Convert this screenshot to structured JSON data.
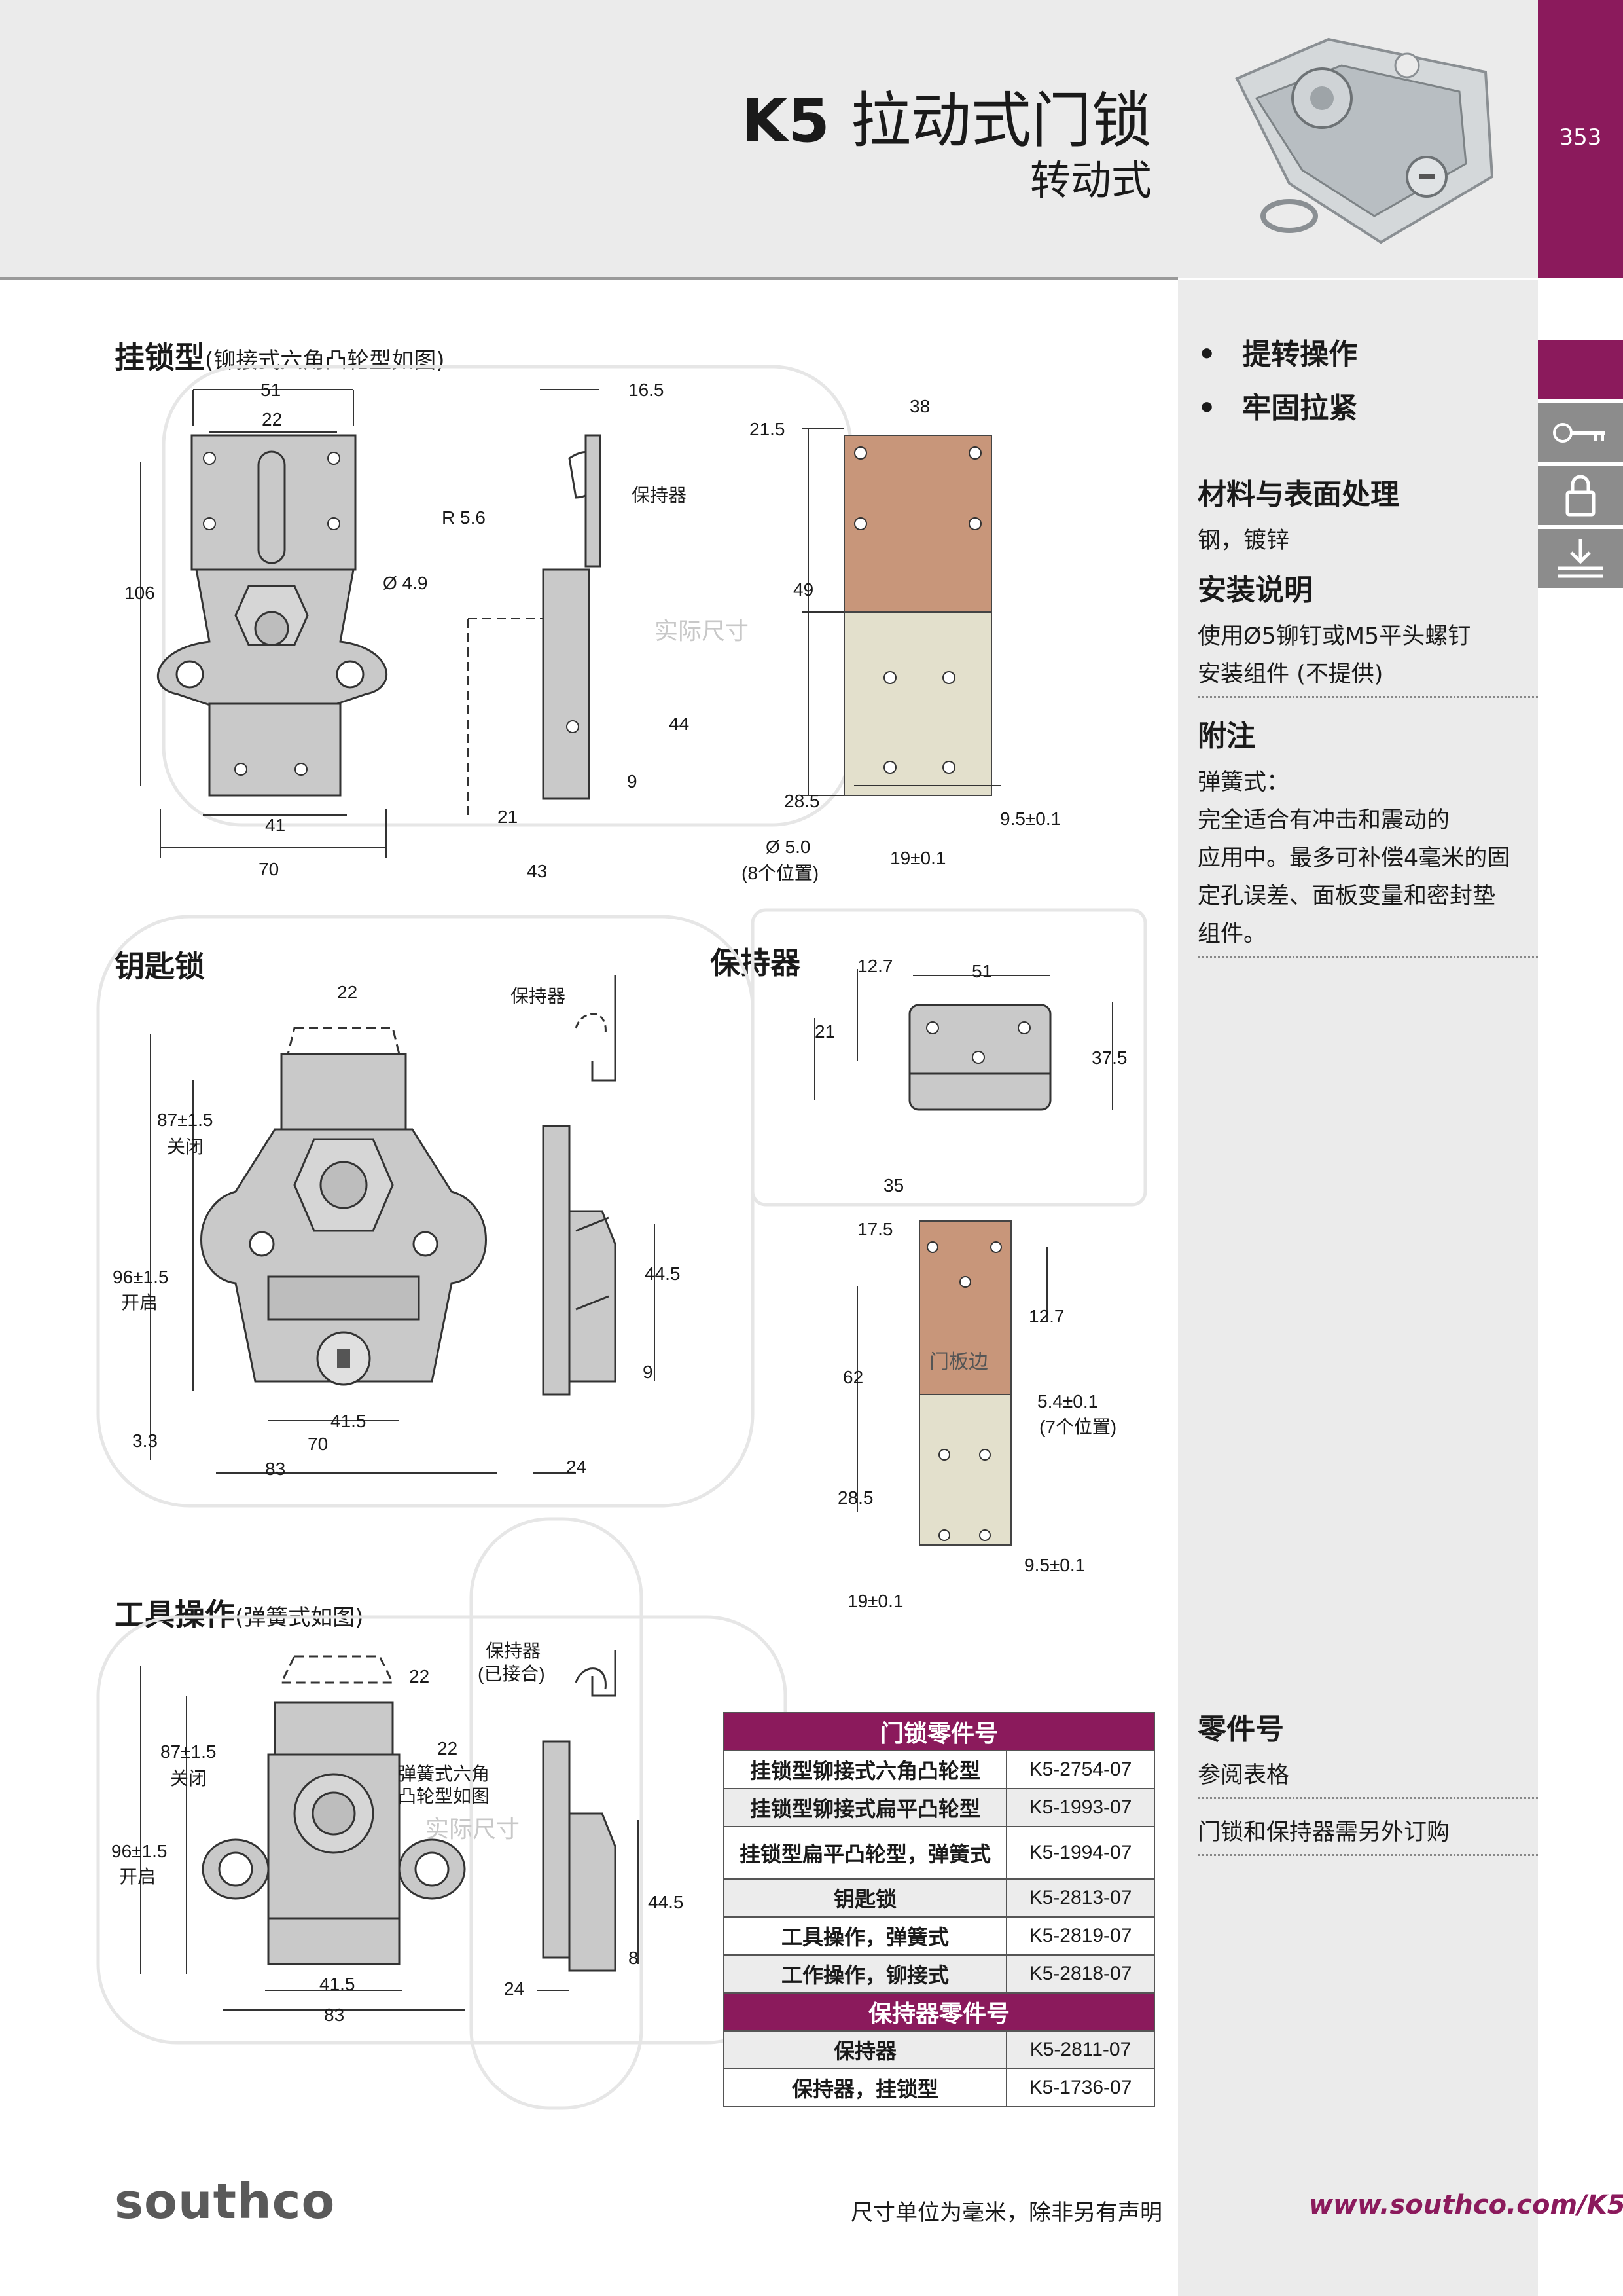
{
  "header": {
    "title_model": "K5",
    "title_rest": "拉动式门锁",
    "subtitle": "转动式",
    "page_number": "353"
  },
  "sections": {
    "padlock": {
      "label": "挂锁型",
      "note": "(铆接式六角凸轮型如图)"
    },
    "key_lock": {
      "label": "钥匙锁"
    },
    "keeper": {
      "label": "保持器"
    },
    "tool_op": {
      "label": "工具操作",
      "note": "(弹簧式如图)"
    }
  },
  "drawing_labels": {
    "keeper": "保持器",
    "actual_size": "实际尺寸",
    "closed": "关闭",
    "open": "开启",
    "door_edge": "门板边",
    "eight_positions": "(8个位置)",
    "seven_positions": "(7个位置)",
    "keeper_engaged_1": "保持器",
    "keeper_engaged_2": "(已接合)",
    "spring_cam_1": "弹簧式六角",
    "spring_cam_2": "凸轮型如图"
  },
  "dimensions": {
    "d51": "51",
    "d22": "22",
    "d16_5": "16.5",
    "d21_5": "21.5",
    "d38": "38",
    "dR5_6": "R 5.6",
    "d106": "106",
    "d4_9": "Ø 4.9",
    "d49": "49",
    "d44": "44",
    "d9": "9",
    "d21": "21",
    "d41": "41",
    "d70": "70",
    "d43": "43",
    "d28_5": "28.5",
    "d5_0": "Ø 5.0",
    "d9_5": "9.5±0.1",
    "d19": "19±0.1",
    "d87": "87±1.5",
    "d96": "96±1.5",
    "d3_3": "3.3",
    "d41_5": "41.5",
    "d83": "83",
    "d44_5": "44.5",
    "d24": "24",
    "d12_7": "12.7",
    "d37_5": "37.5",
    "d35": "35",
    "d17_5": "17.5",
    "d62": "62",
    "d5_4": "5.4±0.1",
    "d8": "8"
  },
  "sidebar": {
    "features": [
      "提转操作",
      "牢固拉紧"
    ],
    "material_heading": "材料与表面处理",
    "material_text": "钢，镀锌",
    "install_heading": "安装说明",
    "install_text_1": "使用Ø5铆钉或M5平头螺钉",
    "install_text_2": "安装组件 (不提供)",
    "notes_heading": "附注",
    "notes_text_1": "弹簧式：",
    "notes_text_2": "完全适合有冲击和震动的",
    "notes_text_3": "应用中。最多可补偿4毫米的固",
    "notes_text_4": "定孔误差、面板变量和密封垫",
    "notes_text_5": "组件。",
    "parts_heading": "零件号",
    "parts_text_1": "参阅表格",
    "parts_text_2": "门锁和保持器需另外订购"
  },
  "tabs": {
    "icons": [
      "key-icon",
      "padlock-icon",
      "mounting-icon"
    ]
  },
  "parts_table": {
    "latch_header": "门锁零件号",
    "latch_rows": [
      {
        "name": "挂锁型铆接式六角凸轮型",
        "code": "K5-2754-07"
      },
      {
        "name": "挂锁型铆接式扁平凸轮型",
        "code": "K5-1993-07"
      },
      {
        "name": "挂锁型扁平凸轮型，弹簧式",
        "code": "K5-1994-07"
      },
      {
        "name": "钥匙锁",
        "code": "K5-2813-07"
      },
      {
        "name": "工具操作，弹簧式",
        "code": "K5-2819-07"
      },
      {
        "name": "工作操作，铆接式",
        "code": "K5-2818-07"
      }
    ],
    "keeper_header": "保持器零件号",
    "keeper_rows": [
      {
        "name": "保持器",
        "code": "K5-2811-07"
      },
      {
        "name": "保持器，挂锁型",
        "code": "K5-1736-07"
      }
    ]
  },
  "footer": {
    "logo": "southco",
    "note": "尺寸单位为毫米，除非另有声明",
    "url": "www.southco.com/K5"
  },
  "colors": {
    "brand": "#8b1a5c",
    "copper": "#c8967a",
    "beige": "#e3e0cc",
    "metal": "#c9c9c9"
  }
}
